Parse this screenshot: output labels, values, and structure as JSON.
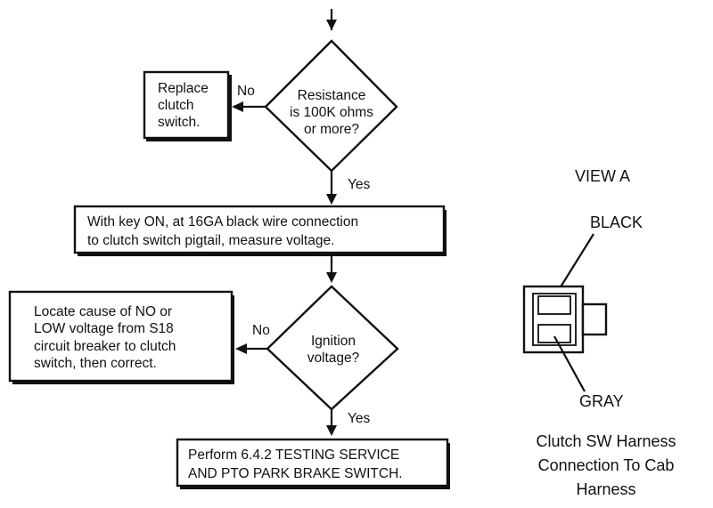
{
  "flowchart": {
    "decision1": {
      "lines": [
        "Resistance",
        "is 100K ohms",
        "or more?"
      ]
    },
    "action_replace": {
      "lines": [
        "Replace",
        "clutch",
        "switch."
      ]
    },
    "label_no_1": "No",
    "label_yes_1": "Yes",
    "step_measure": {
      "lines": [
        "With key ON, at 16GA black wire connection",
        "to clutch switch pigtail, measure voltage."
      ]
    },
    "decision2": {
      "lines": [
        "Ignition",
        "voltage?"
      ]
    },
    "action_locate": {
      "lines": [
        "Locate cause of NO or",
        "LOW voltage from S18",
        "circuit breaker to clutch",
        "switch, then correct."
      ]
    },
    "label_no_2": "No",
    "label_yes_2": "Yes",
    "step_perform": {
      "lines": [
        "Perform 6.4.2 TESTING SERVICE",
        "AND PTO PARK BRAKE SWITCH."
      ]
    }
  },
  "view_a": {
    "title": "VIEW A",
    "label_black": "BLACK",
    "label_gray": "GRAY",
    "caption": [
      "Clutch SW Harness",
      "Connection To Cab",
      "Harness"
    ]
  }
}
